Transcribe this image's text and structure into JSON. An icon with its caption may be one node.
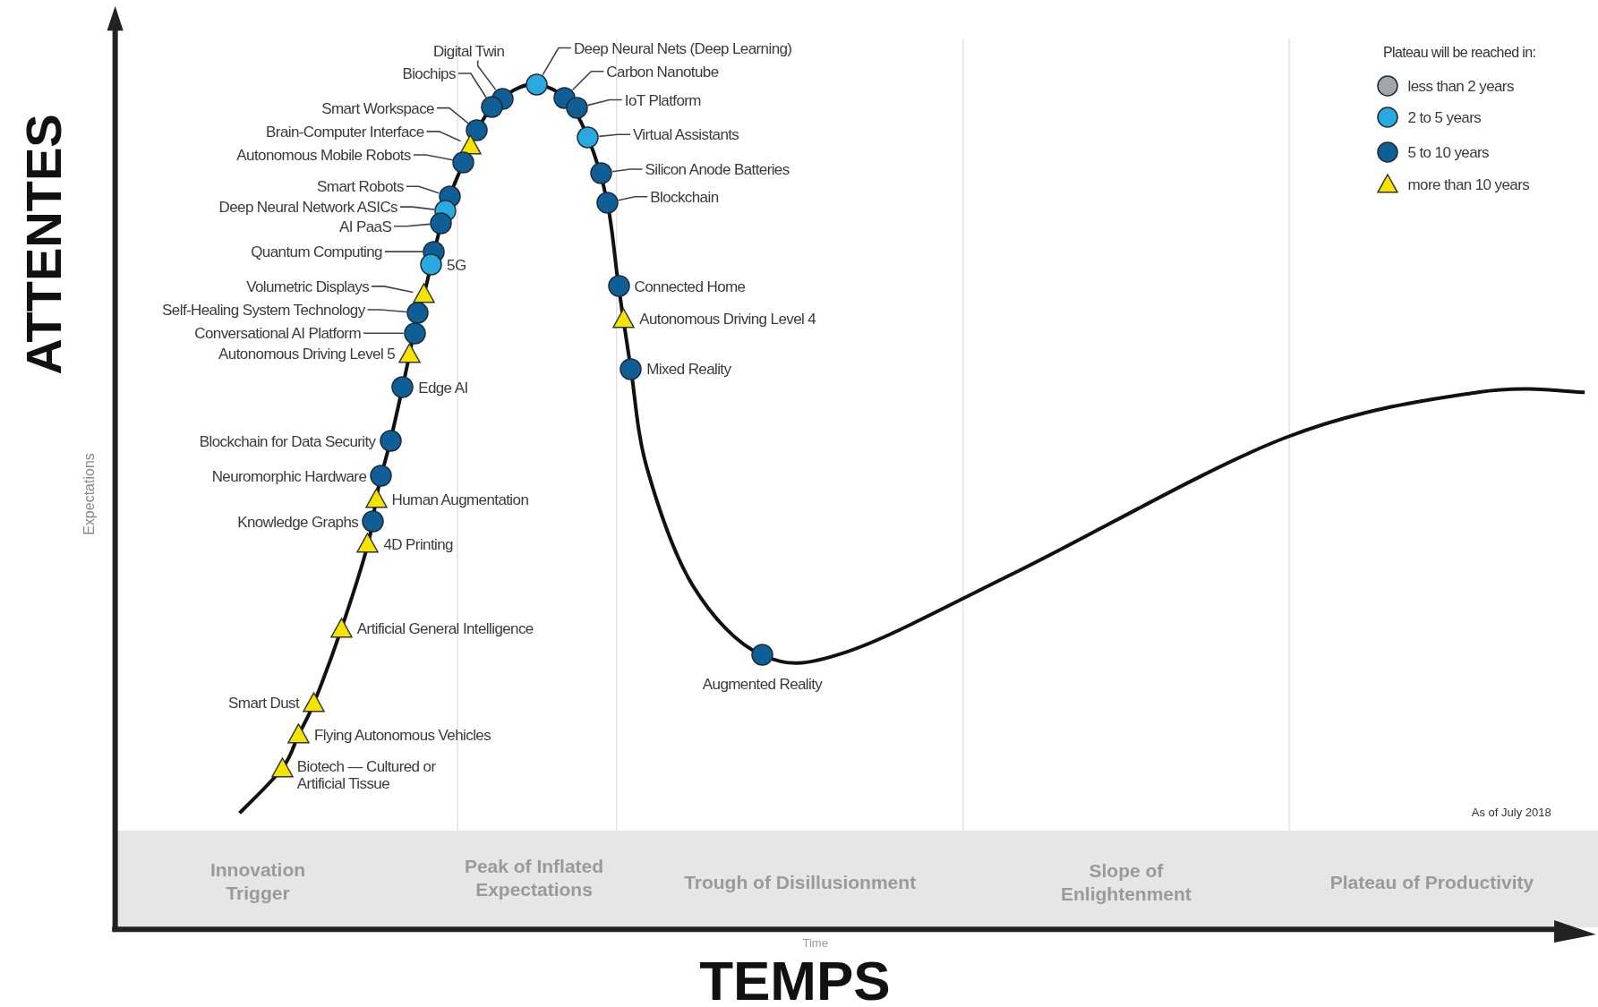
{
  "diagram": {
    "nodes": [
      {
        "text": [
          "Digital Twin"
        ]
      },
      {
        "text": [],
        "shape": "circle"
      },
      {
        "text": [
          "Biochips"
        ]
      },
      {
        "text": [],
        "shape": "circle"
      },
      {
        "text": [
          "Deep Neural Nets (Deep Learning)"
        ]
      },
      {
        "text": [],
        "shape": "circle"
      },
      {
        "text": [
          "Carbon Nanotube"
        ]
      },
      {
        "text": [],
        "shape": "circle"
      },
      {
        "text": [
          "IoT Platform"
        ]
      },
      {
        "text": [],
        "shape": "circle"
      },
      {
        "text": [
          "Smart Workspace"
        ]
      },
      {
        "text": [],
        "shape": "circle"
      },
      {
        "text": [
          "Brain-Computer Interface"
        ]
      },
      {
        "text": [],
        "shape": "triangle"
      },
      {
        "text": [
          "Virtual Assistants"
        ]
      },
      {
        "text": [],
        "shape": "circle"
      },
      {
        "text": [
          "Autonomous Mobile Robots"
        ]
      },
      {
        "text": [],
        "shape": "circle"
      },
      {
        "text": [
          "Silicon Anode Batteries"
        ]
      },
      {
        "text": [],
        "shape": "circle"
      },
      {
        "text": [
          "Blockchain"
        ]
      },
      {
        "text": [],
        "shape": "circle"
      },
      {
        "text": [
          "Smart Robots"
        ]
      },
      {
        "text": [],
        "shape": "circle"
      },
      {
        "text": [
          "Deep Neural Network ASICs"
        ]
      },
      {
        "text": [],
        "shape": "circle"
      },
      {
        "text": [
          "AI PaaS"
        ]
      },
      {
        "text": [],
        "shape": "circle"
      },
      {
        "text": [
          "Quantum Computing"
        ]
      },
      {
        "text": [],
        "shape": "circle"
      },
      {
        "text": [],
        "shape": "circle",
        "beside": [
          "5G"
        ]
      },
      {
        "text": [
          "Volumetric Displays"
        ]
      },
      {
        "text": [],
        "shape": "triangle"
      },
      {
        "text": [
          "Self-Healing System Technology"
        ]
      },
      {
        "text": [],
        "shape": "circle"
      },
      {
        "text": [
          "Conversational AI Platform"
        ]
      },
      {
        "text": [],
        "shape": "circle"
      },
      {
        "text": [],
        "shape": "triangle",
        "beside": [
          "Autonomous Driving Level 5"
        ]
      },
      {
        "text": [],
        "shape": "circle",
        "beside": [
          "Edge AI"
        ]
      },
      {
        "text": [],
        "shape": "circle",
        "beside": [
          "Blockchain for Data Security"
        ]
      },
      {
        "text": [],
        "shape": "circle",
        "beside": [
          "Neuromorphic Hardware"
        ]
      },
      {
        "text": [],
        "shape": "triangle",
        "beside": [
          "Human Augmentation"
        ]
      },
      {
        "text": [],
        "shape": "circle",
        "beside": [
          "Knowledge Graphs"
        ]
      },
      {
        "text": [],
        "shape": "triangle",
        "beside": [
          "4D Printing"
        ]
      },
      {
        "text": [],
        "shape": "triangle",
        "beside": [
          "Artificial General Intelligence"
        ]
      },
      {
        "text": [],
        "shape": "triangle",
        "beside": [
          "Smart Dust"
        ]
      },
      {
        "text": [],
        "shape": "triangle",
        "beside": [
          "Flying Autonomous Vehicles"
        ]
      },
      {
        "text": [],
        "shape": "triangle",
        "beside": [
          "Biotech — Cultured or Artificial Tissue"
        ]
      },
      {
        "text": [],
        "shape": "circle",
        "beside": [
          "Connected Home"
        ]
      },
      {
        "text": [],
        "shape": "triangle",
        "beside": [
          "Autonomous Driving Level 4"
        ]
      },
      {
        "text": [],
        "shape": "circle",
        "beside": [
          "Mixed Reality"
        ]
      },
      {
        "text": [],
        "shape": "circle",
        "beside": [
          "Augmented Reality"
        ]
      }
    ],
    "edges": [
      {
        "from": 0,
        "to": 1,
        "arrow": "none"
      },
      {
        "from": 2,
        "to": 3,
        "arrow": "none"
      },
      {
        "from": 4,
        "to": 5,
        "arrow": "none"
      },
      {
        "from": 6,
        "to": 7,
        "arrow": "none"
      },
      {
        "from": 8,
        "to": 9,
        "arrow": "none"
      },
      {
        "from": 10,
        "to": 11,
        "arrow": "none"
      },
      {
        "from": 12,
        "to": 13,
        "arrow": "none"
      },
      {
        "from": 14,
        "to": 15,
        "arrow": "none"
      },
      {
        "from": 16,
        "to": 17,
        "arrow": "none"
      },
      {
        "from": 18,
        "to": 19,
        "arrow": "none"
      },
      {
        "from": 20,
        "to": 21,
        "arrow": "none"
      },
      {
        "from": 22,
        "to": 23,
        "arrow": "none"
      },
      {
        "from": 24,
        "to": 25,
        "arrow": "none"
      },
      {
        "from": 26,
        "to": 27,
        "arrow": "none"
      },
      {
        "from": 28,
        "to": 29,
        "arrow": "none"
      },
      {
        "from": 31,
        "to": 32,
        "arrow": "none"
      },
      {
        "from": 33,
        "to": 34,
        "arrow": "none"
      },
      {
        "from": 35,
        "to": 36,
        "arrow": "none"
      }
    ],
    "labels": [
      "ATTENTES",
      "Expectations",
      "Plateau will be reached in:",
      "As of July 2018",
      "Innovation Trigger",
      "Peak of Inflated Expectations",
      "Trough of Disillusionment",
      "Slope of Enlightenment",
      "Plateau of Productivity",
      "Time",
      "TEMPS"
    ],
    "legend": [
      {
        "text": "less than 2 years",
        "color": "#a3a5a8"
      },
      {
        "text": "2 to 5 years",
        "color": "#2aa8e0"
      },
      {
        "text": "5 to 10 years",
        "color": "#0f5f96"
      },
      {
        "text": "more than 10 years"
      }
    ]
  }
}
